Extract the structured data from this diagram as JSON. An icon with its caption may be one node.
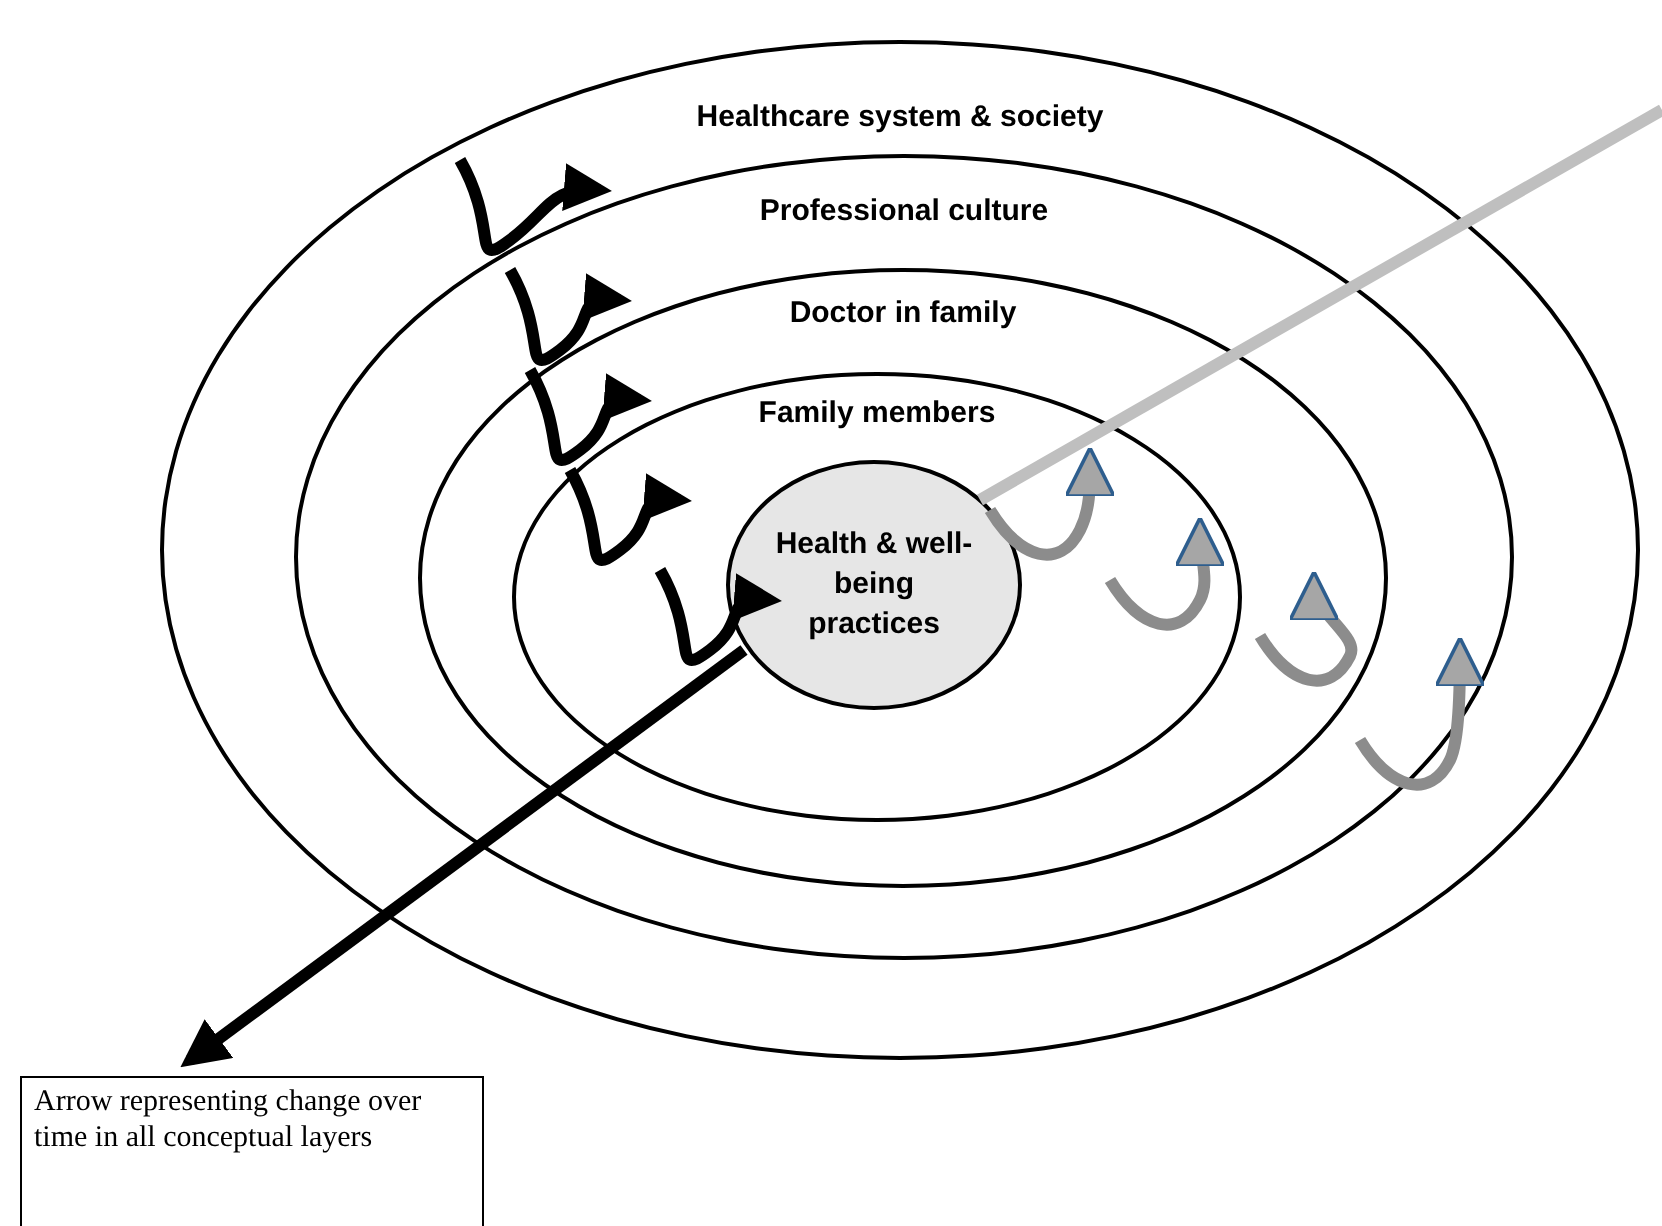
{
  "diagram": {
    "nodes": [
      {
        "text": [
          "Healthcare system & society"
        ]
      },
      {
        "text": [
          "Professional culture"
        ],
        "in": 0
      },
      {
        "text": [
          "Doctor in family"
        ],
        "in": 1
      },
      {
        "text": [
          "Family members"
        ],
        "in": 2
      },
      {
        "text": [
          "Health & well-being practices"
        ],
        "in": 3
      },
      {
        "text": [
          "Arrow representing change over time in all conceptual layers"
        ]
      }
    ],
    "edges": [
      {
        "from": 4,
        "to": 5,
        "arrow": "to"
      },
      {
        "from": null,
        "to": 4,
        "arrow": "none",
        "color": "#bfbfbf"
      }
    ]
  }
}
